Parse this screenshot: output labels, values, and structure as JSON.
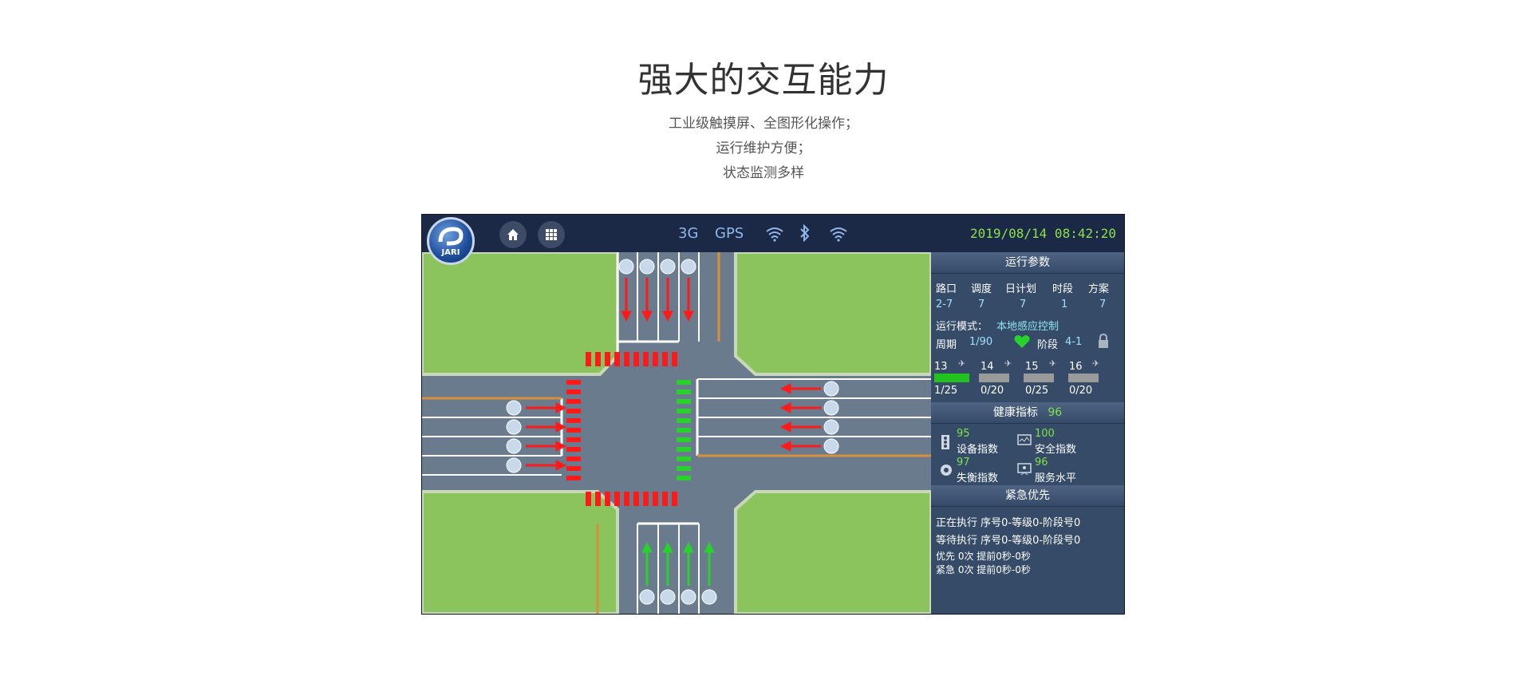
{
  "hero": {
    "title": "强大的交互能力",
    "lines": [
      "工业级触摸屏、全图形化操作；",
      "运行维护方便；",
      "状态监测多样"
    ]
  },
  "topbar": {
    "logo_text": "JARI",
    "status": [
      "3G",
      "GPS"
    ],
    "datetime": "2019/08/14  08:42:20"
  },
  "run_params": {
    "header": "运行参数",
    "columns": [
      "路口",
      "调度",
      "日计划",
      "时段",
      "方案"
    ],
    "values": [
      "2-7",
      "7",
      "7",
      "1",
      "7"
    ],
    "mode_label": "运行模式：",
    "mode_value": "本地感应控制",
    "cycle_label": "周期",
    "cycle_value": "1/90",
    "stage_label": "阶段",
    "stage_value": "4-1",
    "phases": [
      {
        "id": "13",
        "value": "1/25",
        "progress": 1.0,
        "active": true
      },
      {
        "id": "14",
        "value": "0/20",
        "progress": 0.0,
        "active": false
      },
      {
        "id": "15",
        "value": "0/25",
        "progress": 0.0,
        "active": false
      },
      {
        "id": "16",
        "value": "0/20",
        "progress": 0.0,
        "active": false
      }
    ]
  },
  "health": {
    "header": "健康指标",
    "score": "96",
    "items": [
      {
        "value": "95",
        "label": "设备指数",
        "icon": "traffic-light-icon"
      },
      {
        "value": "100",
        "label": "安全指数",
        "icon": "monitor-icon"
      },
      {
        "value": "97",
        "label": "失衡指数",
        "icon": "balance-icon"
      },
      {
        "value": "96",
        "label": "服务水平",
        "icon": "service-icon"
      }
    ]
  },
  "emergency": {
    "header": "紧急优先",
    "executing": "正在执行 序号0-等级0-阶段号0",
    "waiting": "等待执行 序号0-等级0-阶段号0",
    "priority": "优先 0次 提前0秒-0秒",
    "urgent": "紧急 0次 提前0秒-0秒"
  },
  "colors": {
    "grass": "#8bc35c",
    "road": "#6b7b8e",
    "signal_red": "#ff1a1a",
    "signal_green": "#29d12b",
    "progress_green": "#22c21f",
    "accent_text": "#7de24a"
  }
}
